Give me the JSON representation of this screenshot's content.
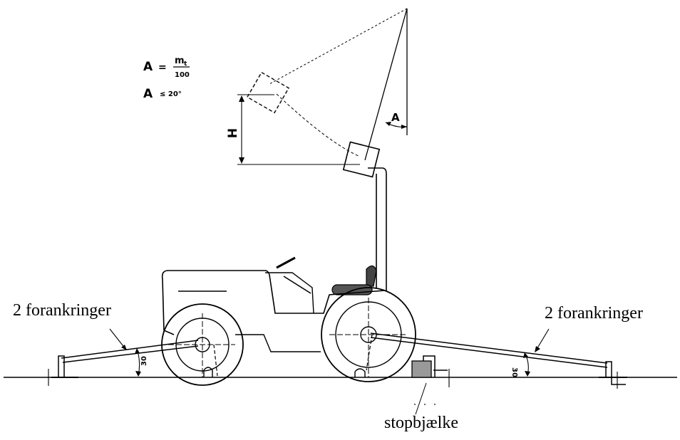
{
  "labels": {
    "anchors_left": "2 forankringer",
    "anchors_right": "2 forankringer",
    "stop_beam": "stopbjælke",
    "height_symbol": "H",
    "angle_symbol": "A"
  },
  "formula": {
    "line1_lhs": "A",
    "line1_eq": "=",
    "line1_numerator": "m",
    "line1_numerator_sub": "t",
    "line1_denominator": "100",
    "line2_lhs": "A",
    "line2_rel": "≤ 20°"
  },
  "angle_marks": {
    "left": "30",
    "right": "30"
  }
}
